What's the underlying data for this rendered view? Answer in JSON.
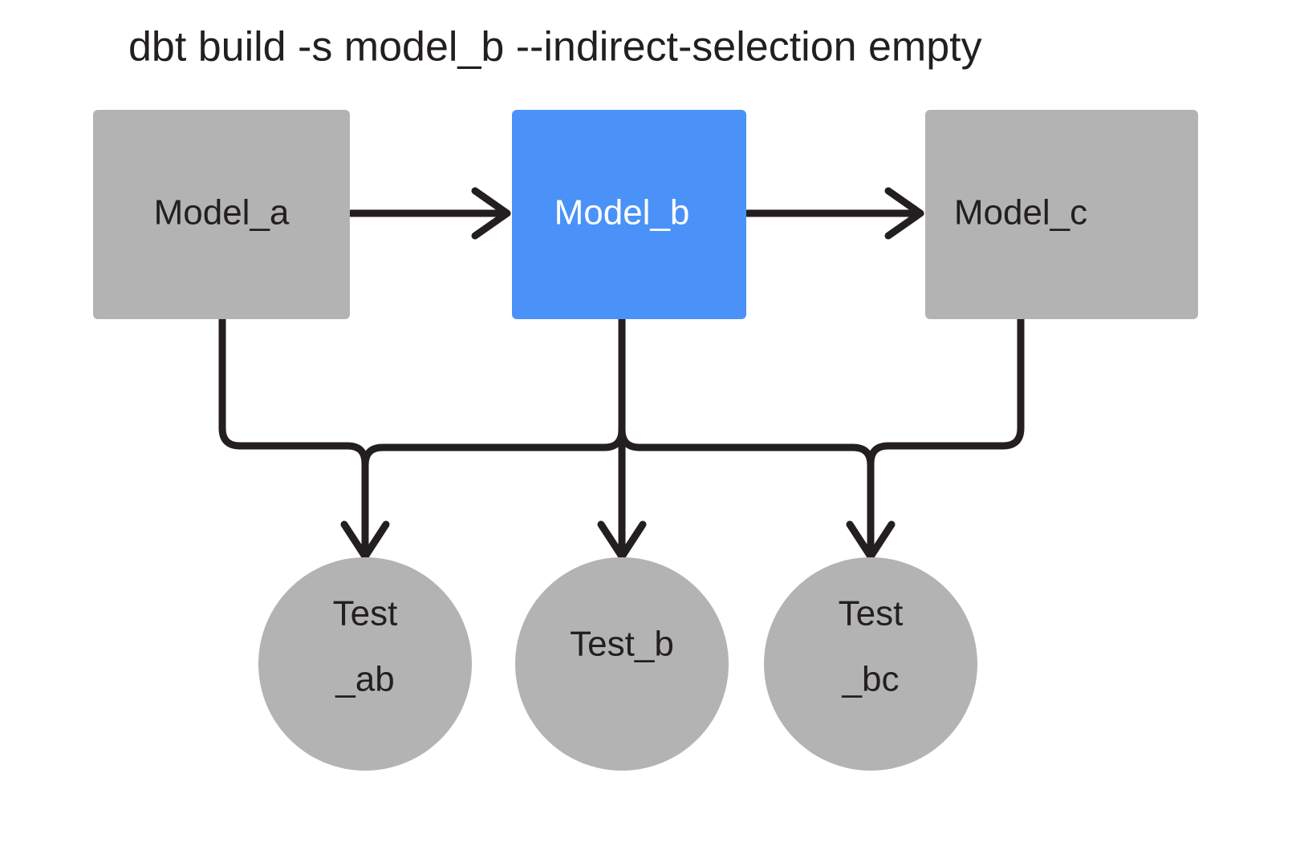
{
  "title": "dbt build -s model_b --indirect-selection empty",
  "accent_color": "#4a92f7",
  "node_gray": "#b3b3b3",
  "line_color": "#231f20",
  "text_color": "#231f20",
  "text_color_inverse": "#ffffff",
  "background": "#ffffff",
  "models": [
    {
      "id": "model_a",
      "label": "Model_a",
      "selected": false
    },
    {
      "id": "model_b",
      "label": "Model_b",
      "selected": true
    },
    {
      "id": "model_c",
      "label": "Model_c",
      "selected": false
    }
  ],
  "tests": [
    {
      "id": "test_ab",
      "line1": "Test",
      "line2": "_ab",
      "single": ""
    },
    {
      "id": "test_b",
      "line1": "",
      "line2": "",
      "single": "Test_b"
    },
    {
      "id": "test_bc",
      "line1": "Test",
      "line2": "_bc",
      "single": ""
    }
  ],
  "edges": [
    {
      "from": "model_a",
      "to": "model_b",
      "kind": "ref"
    },
    {
      "from": "model_b",
      "to": "model_c",
      "kind": "ref"
    },
    {
      "from": "model_a",
      "to": "test_ab",
      "kind": "test"
    },
    {
      "from": "model_b",
      "to": "test_ab",
      "kind": "test"
    },
    {
      "from": "model_b",
      "to": "test_b",
      "kind": "test"
    },
    {
      "from": "model_b",
      "to": "test_bc",
      "kind": "test"
    },
    {
      "from": "model_c",
      "to": "test_bc",
      "kind": "test"
    }
  ]
}
